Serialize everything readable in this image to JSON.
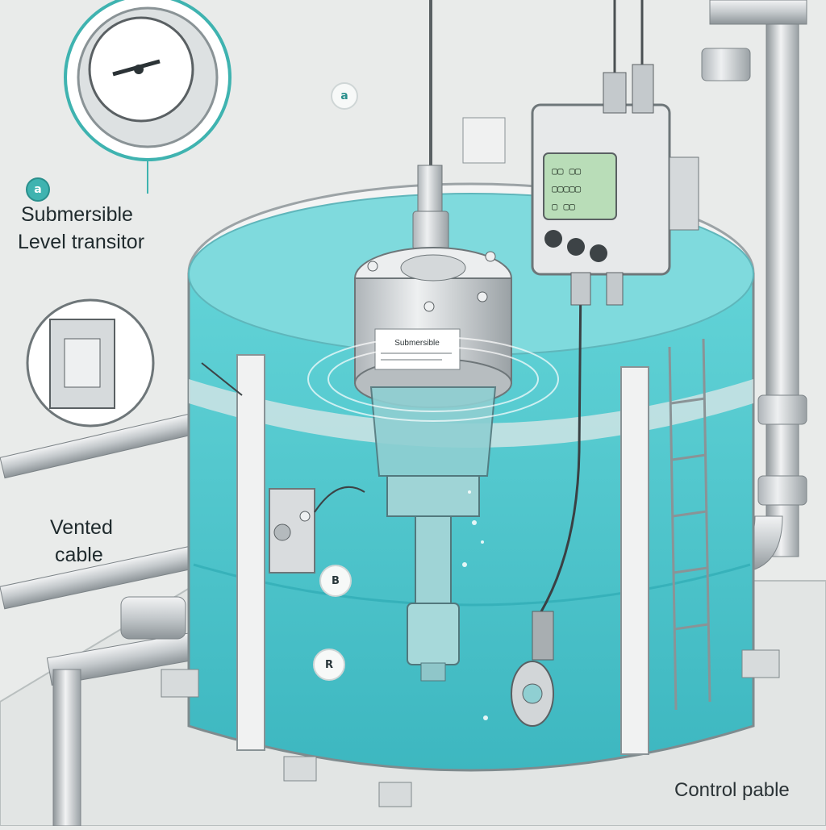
{
  "labels": {
    "transmitter_line1": "Submersible",
    "transmitter_line2": "Level transitor",
    "vented_line1": "Vented",
    "vented_line2": "cable",
    "control_panel": "Control pable"
  },
  "badges": {
    "gauge_marker": "a",
    "transmitter_marker": "a",
    "side_marker_1": "B",
    "side_marker_2": "R"
  },
  "sensor_nameplate": "Submersible",
  "colors": {
    "water": "#4fc9cf",
    "water_dark": "#2aa7b0",
    "metal": "#c9cdd0",
    "accent": "#3fb3b0",
    "lcd": "#b9ddb8"
  },
  "icons": {
    "gauge": "pressure-gauge-icon",
    "junction_box": "junction-box-icon",
    "display": "lcd-display-icon"
  }
}
